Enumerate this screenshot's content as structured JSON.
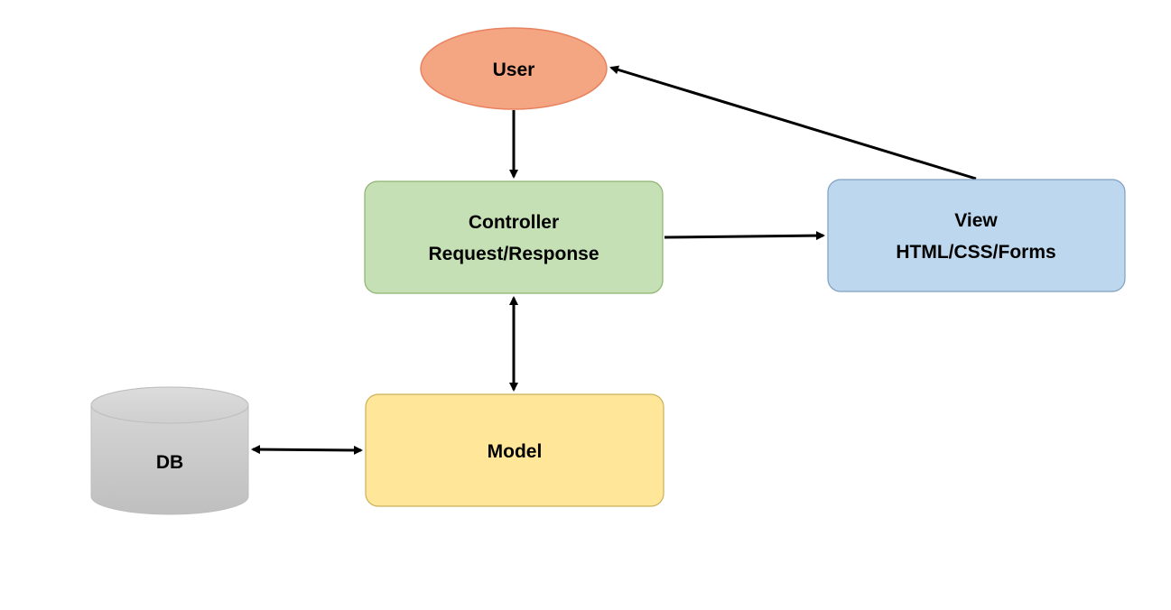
{
  "nodes": {
    "user": {
      "label": "User"
    },
    "controller": {
      "line1": "Controller",
      "line2": "Request/Response"
    },
    "view": {
      "line1": "View",
      "line2": "HTML/CSS/Forms"
    },
    "model": {
      "label": "Model"
    },
    "db": {
      "label": "DB"
    }
  },
  "colors": {
    "user_fill": "#f4a582",
    "user_stroke": "#e9825f",
    "controller_fill": "#c5e0b4",
    "controller_stroke": "#8db36f",
    "view_fill": "#bdd7ee",
    "view_stroke": "#7f9fc0",
    "model_fill": "#ffe699",
    "model_stroke": "#c9b15a",
    "db_fill": "#c9c9c9",
    "arrow": "#000000"
  },
  "edges": [
    {
      "from": "user",
      "to": "controller",
      "direction": "forward"
    },
    {
      "from": "controller",
      "to": "view",
      "direction": "forward"
    },
    {
      "from": "view",
      "to": "user",
      "direction": "forward"
    },
    {
      "from": "controller",
      "to": "model",
      "direction": "both"
    },
    {
      "from": "db",
      "to": "model",
      "direction": "both"
    }
  ]
}
